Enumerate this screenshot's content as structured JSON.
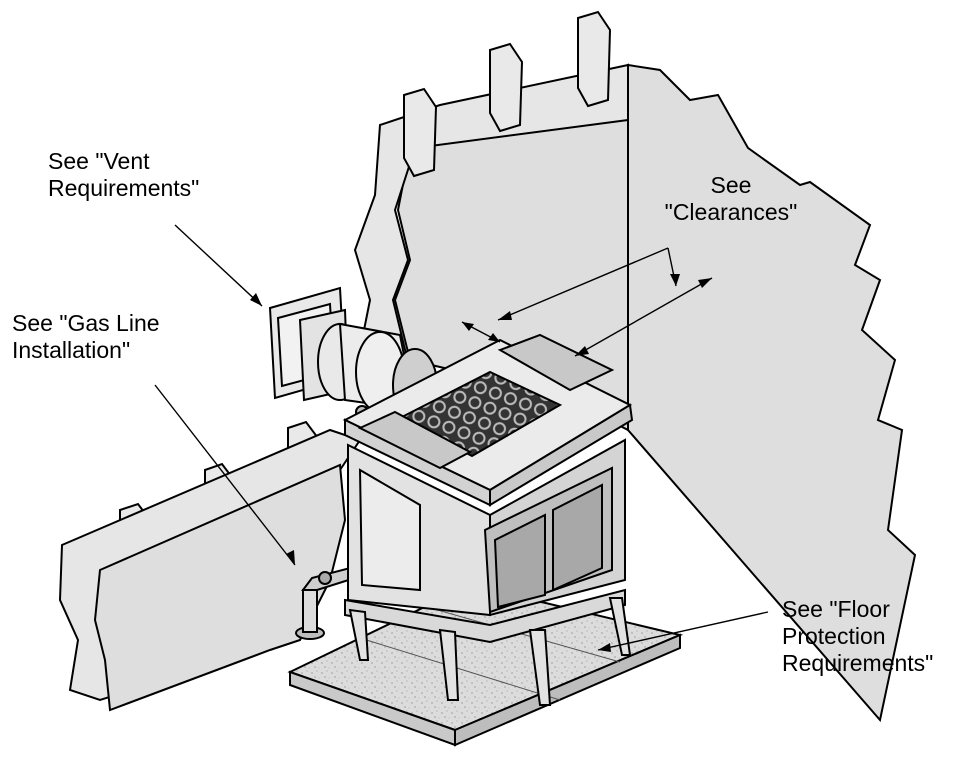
{
  "colors": {
    "wall": "#dedede",
    "stove": "#e2e2e2",
    "stove_shadow": "#c9c9c9",
    "glass": "#a8a8a8",
    "hearth": "#d9d9d9",
    "line": "#000000"
  },
  "callouts": {
    "vent": [
      "See \"Vent",
      "Requirements\""
    ],
    "gas": [
      "See \"Gas Line",
      "Installation\""
    ],
    "clearances": [
      "See",
      "\"Clearances\""
    ],
    "floor": [
      "See \"Floor",
      "Protection",
      "Requirements\""
    ]
  }
}
